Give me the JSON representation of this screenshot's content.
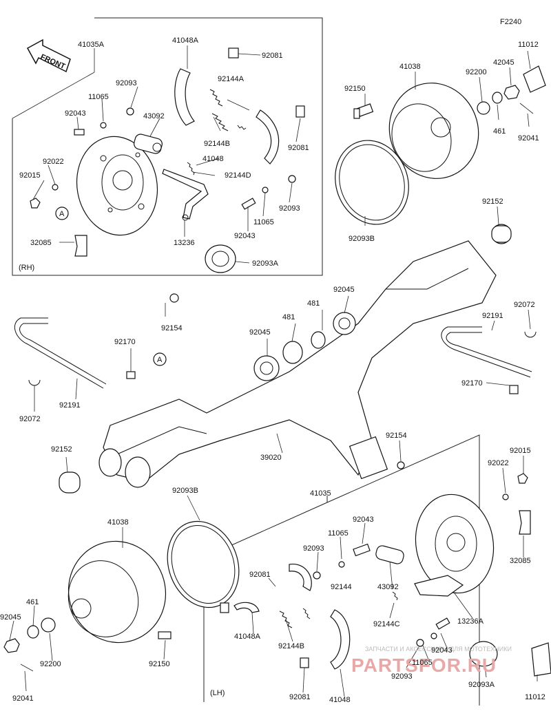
{
  "figure_code": "F2240",
  "front_label": "FRONT",
  "group_labels": {
    "rh": "(RH)",
    "lh": "(LH)"
  },
  "circle_marker": "A",
  "watermark": {
    "text": "PARTSFOR.RU",
    "subtext": "ЗАПЧАСТИ И АКСЕССУАРЫ ДЛЯ МОТОТЕХНИКИ"
  },
  "part_numbers": {
    "p41035A": "41035A",
    "p41048A_top": "41048A",
    "p92081_top1": "92081",
    "p92144A": "92144A",
    "p92093_top": "92093",
    "p11065_top": "11065",
    "p92043_top": "92043",
    "p43092_top": "43092",
    "p92144B_top": "92144B",
    "p92081_top2": "92081",
    "p41048_top": "41048",
    "p92144D": "92144D",
    "p92022_top": "92022",
    "p92015_top": "92015",
    "p92093_top2": "92093",
    "p11065_top2": "11065",
    "p92043_top2": "92043",
    "p13236": "13236",
    "p32085_top": "32085",
    "p92093A_top": "92093A",
    "p92150_top": "92150",
    "p41038_top": "41038",
    "p92200_top": "92200",
    "p42045": "42045",
    "p11012_top": "11012",
    "p461_top": "461",
    "p92041_top": "92041",
    "p92093B_top": "92093B",
    "p92152_top": "92152",
    "p92154_top": "92154",
    "p92045_a": "92045",
    "p481_a": "481",
    "p481_b": "481",
    "p92045_b": "92045",
    "p92072_right": "92072",
    "p92191_right": "92191",
    "p92170_left": "92170",
    "p92191_left": "92191",
    "p92072_left": "92072",
    "p92170_right": "92170",
    "p92152_left": "92152",
    "p39020": "39020",
    "p92154_right": "92154",
    "p92015_right": "92015",
    "p92022_right": "92022",
    "p92093B_bot": "92093B",
    "p41035": "41035",
    "p41038_bot": "41038",
    "p92043_bot": "92043",
    "p11065_bot": "11065",
    "p92093_bot": "92093",
    "p92081_bot": "92081",
    "p92144_bot": "92144",
    "p43092_bot": "43092",
    "p32085_bot": "32085",
    "p92045_bot": "92045",
    "p461_bot": "461",
    "p92200_bot": "92200",
    "p92150_bot": "92150",
    "p41048A_bot": "41048A",
    "p92144B_bot": "92144B",
    "p92144C": "92144C",
    "p13236A": "13236A",
    "p92043_bot2": "92043",
    "p11065_bot2": "11065",
    "p92093_bot2": "92093",
    "p92081_bot2": "92081",
    "p41048_bot": "41048",
    "p92093A_bot": "92093A",
    "p11012_bot": "11012",
    "p92041_bot": "92041"
  }
}
